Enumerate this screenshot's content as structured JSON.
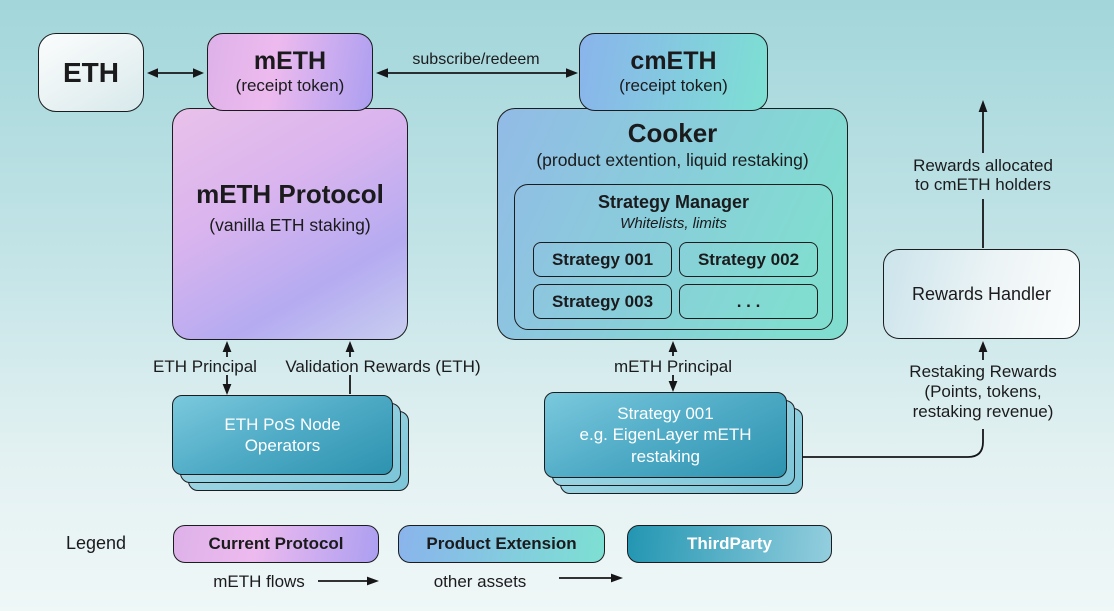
{
  "nodes": {
    "eth": {
      "label": "ETH"
    },
    "meth_token": {
      "title": "mETH",
      "subtitle": "(receipt token)"
    },
    "cmeth_token": {
      "title": "cmETH",
      "subtitle": "(receipt token)"
    },
    "meth_protocol": {
      "title": "mETH Protocol",
      "subtitle": "(vanilla ETH staking)"
    },
    "cooker": {
      "title": "Cooker",
      "subtitle": "(product extention, liquid restaking)",
      "strategy_manager": {
        "title": "Strategy Manager",
        "subtitle": "Whitelists, limits",
        "strategies": [
          "Strategy 001",
          "Strategy 002",
          "Strategy 003",
          ". . ."
        ]
      }
    },
    "node_operators": {
      "lines": [
        "ETH PoS Node",
        "Operators"
      ]
    },
    "strategy_stack": {
      "lines": [
        "Strategy 001",
        "e.g. EigenLayer mETH",
        "restaking"
      ]
    },
    "rewards_handler": {
      "label": "Rewards Handler"
    }
  },
  "flow_labels": {
    "subscribe_redeem": "subscribe/redeem",
    "eth_principal": "ETH Principal",
    "validation_rewards": "Validation Rewards (ETH)",
    "meth_principal": "mETH Principal",
    "rewards_allocated": [
      "Rewards allocated",
      "to cmETH holders"
    ],
    "restaking_rewards": [
      "Restaking Rewards",
      "(Points, tokens,",
      "restaking revenue)"
    ]
  },
  "legend": {
    "title": "Legend",
    "current_protocol": "Current Protocol",
    "product_extension": "Product Extension",
    "third_party": "ThirdParty",
    "meth_flows": "mETH flows",
    "other_assets": "other assets"
  },
  "colors": {
    "background_top": "#a2d6da",
    "background_bottom": "#eff7f7",
    "current_protocol_gradient": [
      "#ddb2e9",
      "#edbaee",
      "#ac9ff1"
    ],
    "product_extension_gradient": [
      "#8ab4ec",
      "#7de0d3"
    ],
    "third_party_gradient": [
      "#2396b2",
      "#93cede"
    ],
    "stack_card_gradient": [
      "#7bc9dd",
      "#2d93af"
    ],
    "rewards_handler_gradient": [
      "#cbe4eb",
      "#fbfdfd"
    ],
    "line_color": "#161618",
    "text_color": "#1b1b1d"
  }
}
